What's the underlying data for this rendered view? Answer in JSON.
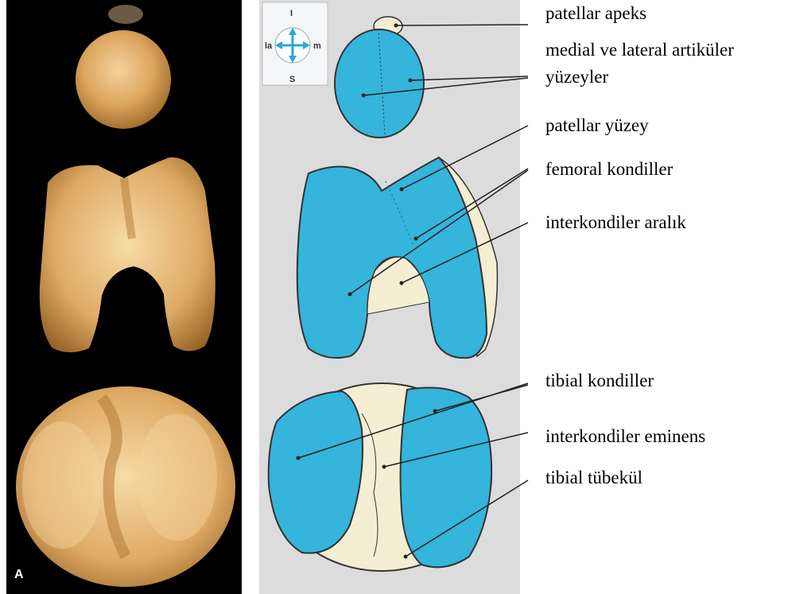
{
  "photo": {
    "panel_letter": "A"
  },
  "orientation_box": {
    "top": "I",
    "left": "la",
    "right": "m",
    "bottom": "S"
  },
  "labels": [
    {
      "id": "patellar-apex",
      "text": "patellar apeks"
    },
    {
      "id": "articular-surfaces-1",
      "text": "medial ve lateral artiküler"
    },
    {
      "id": "articular-surfaces-2",
      "text": "yüzeyler"
    },
    {
      "id": "patellar-surface",
      "text": "patellar yüzey"
    },
    {
      "id": "femoral-condyles",
      "text": "femoral kondiller"
    },
    {
      "id": "intercondylar-notch",
      "text": "interkondiler aralık"
    },
    {
      "id": "tibial-condyles",
      "text": "tibial kondiller"
    },
    {
      "id": "intercondylar-eminence",
      "text": "interkondiler eminens"
    },
    {
      "id": "tibial-tubercle",
      "text": "tibial tübekül"
    }
  ],
  "colors": {
    "articular_blue": "#35b4dc",
    "bone_cream": "#f6eed2",
    "diagram_bg": "#dcdcdc",
    "photo_bone": "#e3b070"
  }
}
